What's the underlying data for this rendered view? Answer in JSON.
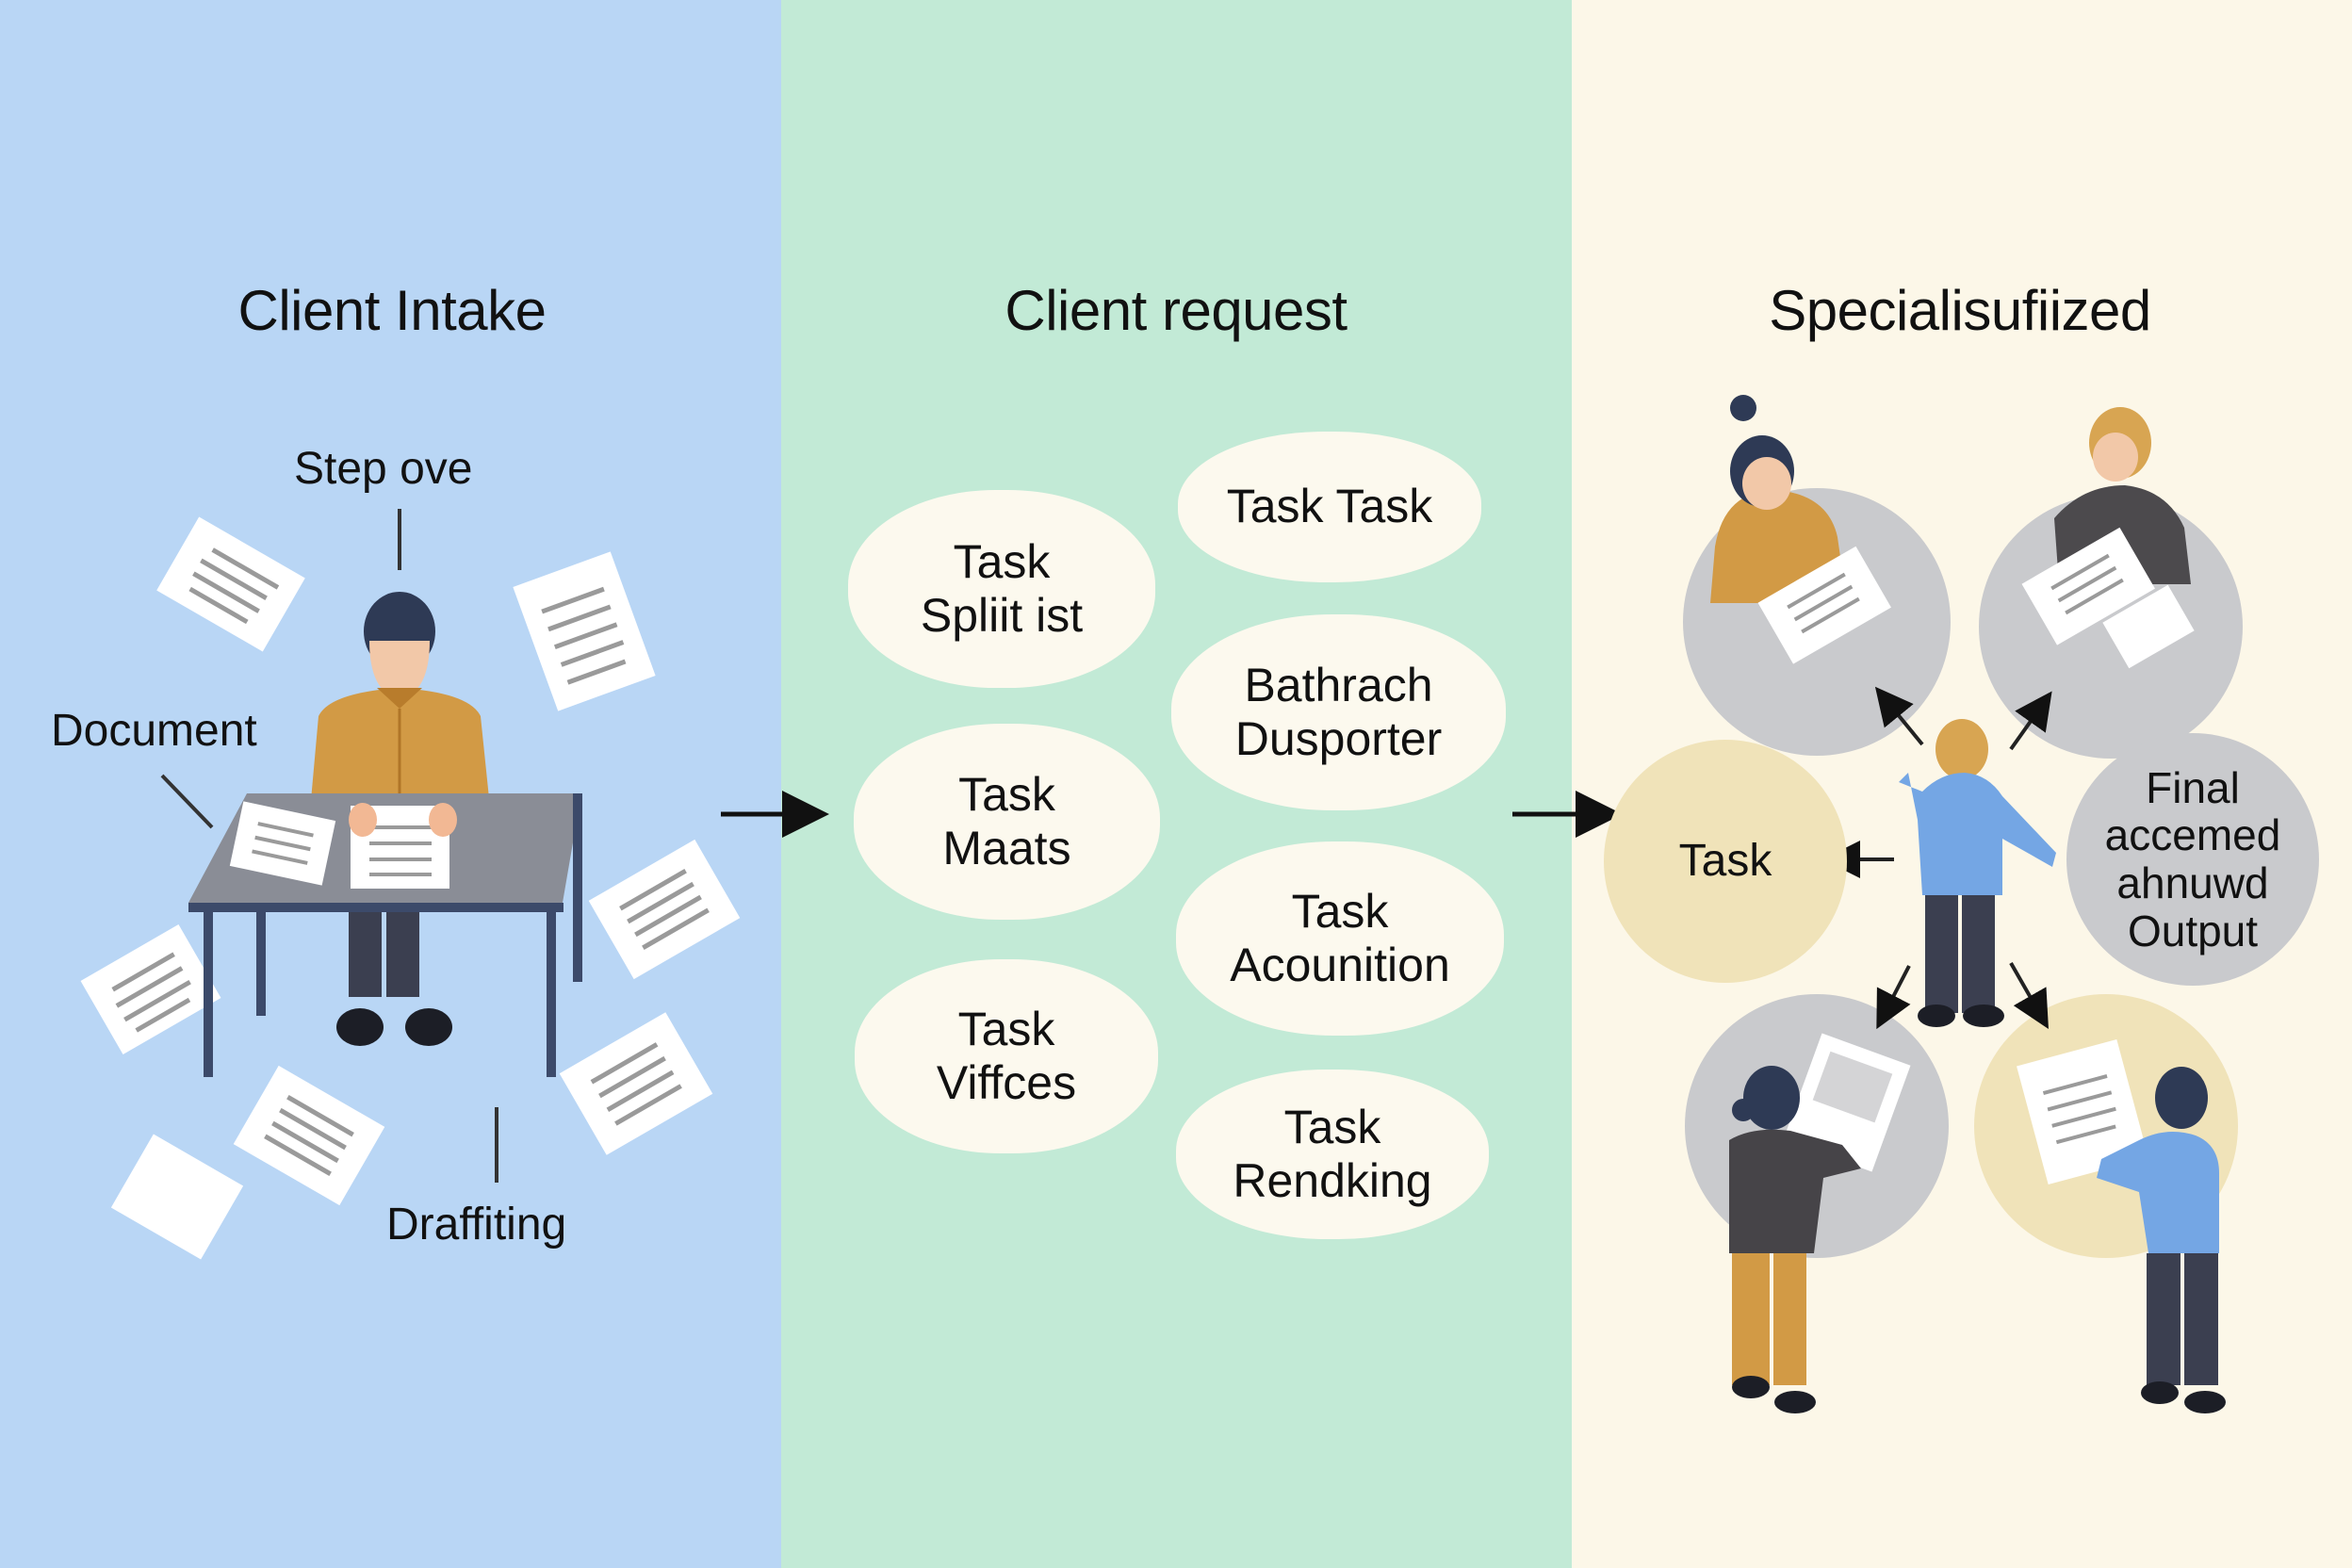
{
  "panels": [
    {
      "title": "Client Intake",
      "labels": {
        "top": "Step ove",
        "left": "Document",
        "bottom": "Draffiting"
      }
    },
    {
      "title": "Client request",
      "tasks": [
        {
          "line1": "Task",
          "line2": "Spliit ist"
        },
        {
          "line1": "Task Task",
          "line2": ""
        },
        {
          "line1": "Bathrach",
          "line2": "Dusporter"
        },
        {
          "line1": "Task",
          "line2": "Maats"
        },
        {
          "line1": "Task",
          "line2": "Acounition"
        },
        {
          "line1": "Task",
          "line2": "Viffces"
        },
        {
          "line1": "Task",
          "line2": "Rendking"
        }
      ]
    },
    {
      "title": "Specialisufiized",
      "task_circle": "Task",
      "output_circle": {
        "line1": "Final",
        "line2": "accemed",
        "line3": "ahnuwd",
        "line4": "Output"
      }
    }
  ],
  "colors": {
    "intake_bg": "#b9d6f5",
    "request_bg": "#c2ead6",
    "specialized_bg": "#fcf7e8",
    "pill_bg": "#fcf9ee",
    "shirt_mustard": "#d29a45",
    "shirt_blue": "#74a6e4",
    "grey_circle": "#c9cacd",
    "tan_circle": "#f0e3b9"
  }
}
